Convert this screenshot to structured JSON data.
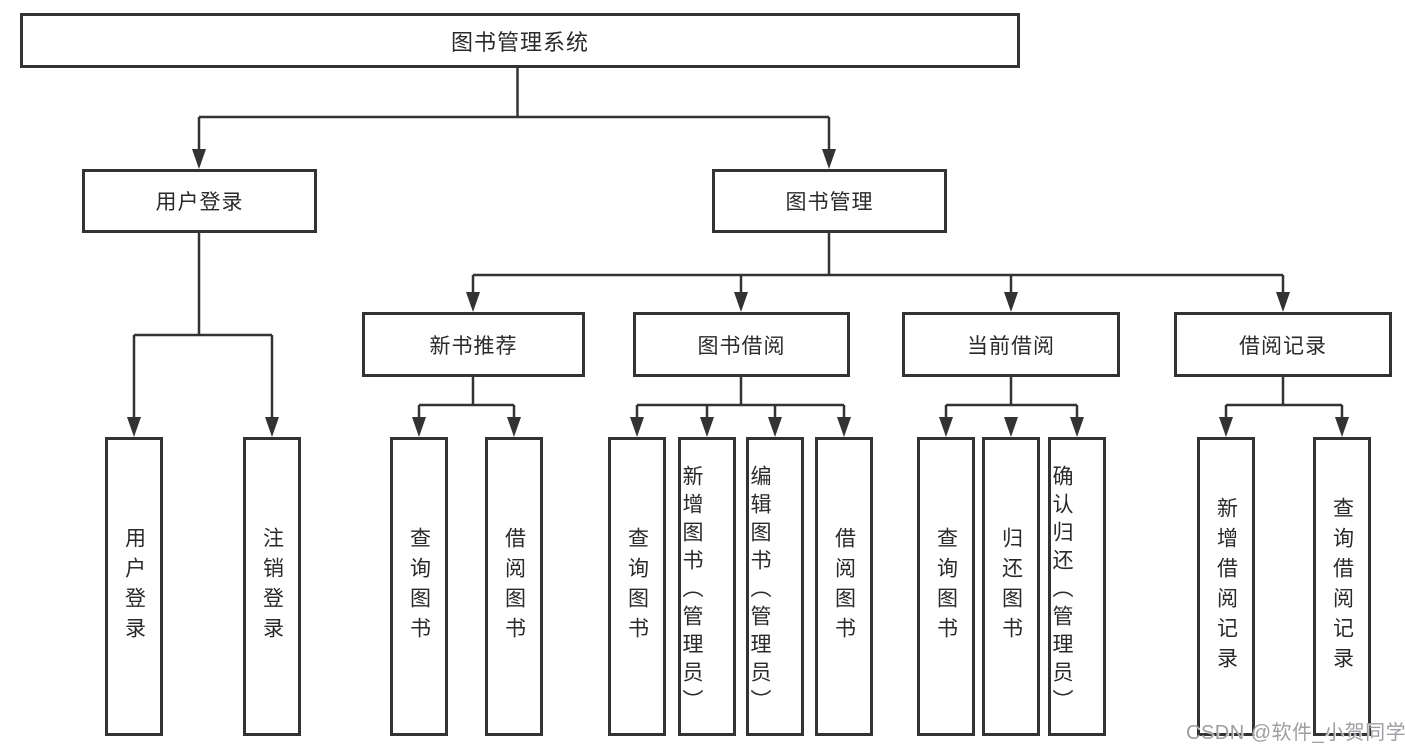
{
  "title": "图书管理系统",
  "nodes": {
    "root": "图书管理系统",
    "branches": [
      "用户登录",
      "图书管理",
      "新书推荐",
      "图书借阅",
      "当前借阅",
      "借阅记录"
    ],
    "leaves": [
      "用户登录",
      "注销登录",
      "查询图书",
      "借阅图书",
      "查询图书",
      "新增图书（管理员）",
      "编辑图书（管理员）",
      "借阅图书",
      "查询图书",
      "归还图书",
      "确认归还（管理员）",
      "新增借阅记录",
      "查询借阅记录"
    ]
  },
  "watermark": "CSDN @软件_小贺同学",
  "colors": {
    "line": "#333333",
    "text": "#2a2a2a",
    "background": "#ffffff",
    "watermark": "#9e9ea3"
  }
}
